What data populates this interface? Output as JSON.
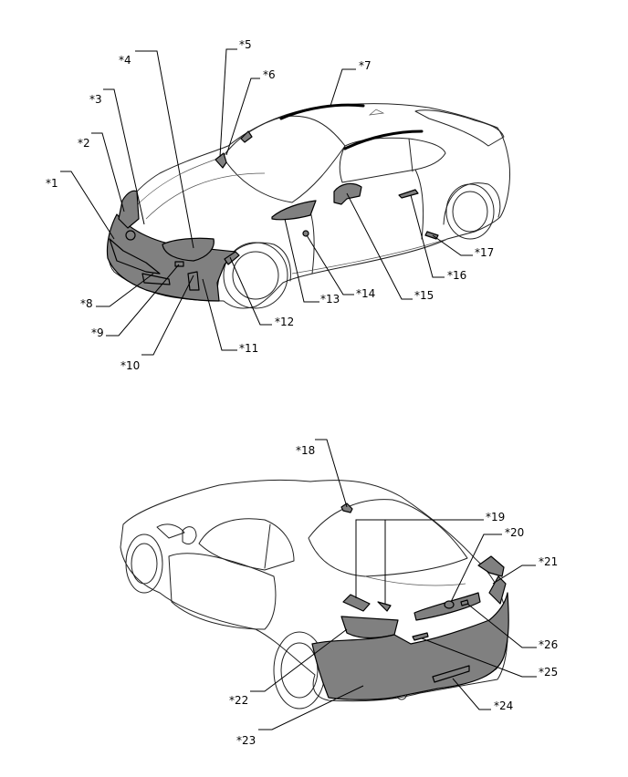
{
  "colors": {
    "part_fill": "#808080",
    "line": "#000000",
    "background": "#ffffff"
  },
  "callouts": {
    "c1": "*1",
    "c2": "*2",
    "c3": "*3",
    "c4": "*4",
    "c5": "*5",
    "c6": "*6",
    "c7": "*7",
    "c8": "*8",
    "c9": "*9",
    "c10": "*10",
    "c11": "*11",
    "c12": "*12",
    "c13": "*13",
    "c14": "*14",
    "c15": "*15",
    "c16": "*16",
    "c17": "*17",
    "c18": "*18",
    "c19": "*19",
    "c20": "*20",
    "c21": "*21",
    "c22": "*22",
    "c23": "*23",
    "c24": "*24",
    "c25": "*25",
    "c26": "*26"
  }
}
